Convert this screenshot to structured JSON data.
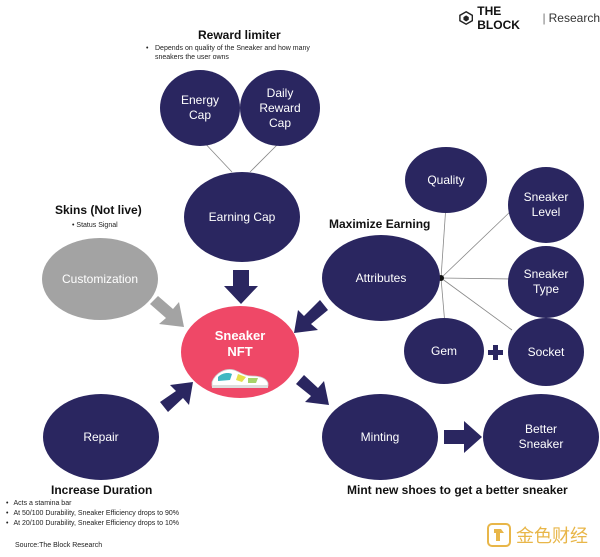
{
  "header": {
    "brand": "THE BLOCK",
    "separator": "|",
    "section": "Research"
  },
  "reward_limiter": {
    "title": "Reward limiter",
    "note": "Depends on quality of the Sneaker and how many sneakers the user owns",
    "energy_cap": "Energy Cap",
    "daily_reward_cap": "Daily Reward Cap",
    "earning_cap": "Earning Cap"
  },
  "skins": {
    "title": "Skins (Not live)",
    "note": "Status Signal",
    "customization": "Customization"
  },
  "maximize": {
    "title": "Maximize Earning",
    "attributes": "Attributes",
    "quality": "Quality",
    "sneaker_level": "Sneaker Level",
    "sneaker_type": "Sneaker Type",
    "gem": "Gem",
    "plus": "+",
    "socket": "Socket"
  },
  "center": {
    "label": "Sneaker NFT"
  },
  "repair": {
    "label": "Repair",
    "title": "Increase Duration",
    "notes": [
      "Acts a stamina bar",
      "At 50/100 Durability, Sneaker Efficiency drops to 90%",
      "At 20/100 Durability, Sneaker Efficiency drops to 10%"
    ]
  },
  "minting": {
    "label": "Minting",
    "better": "Better Sneaker",
    "title": "Mint new shoes to get a better sneaker"
  },
  "footer": {
    "source": "Source:The Block Research",
    "watermark": "金色财经"
  },
  "colors": {
    "navy": "#2a2660",
    "pink": "#ef4867",
    "grey": "#a3a3a3",
    "watermark_gold": "#e3a51c"
  }
}
